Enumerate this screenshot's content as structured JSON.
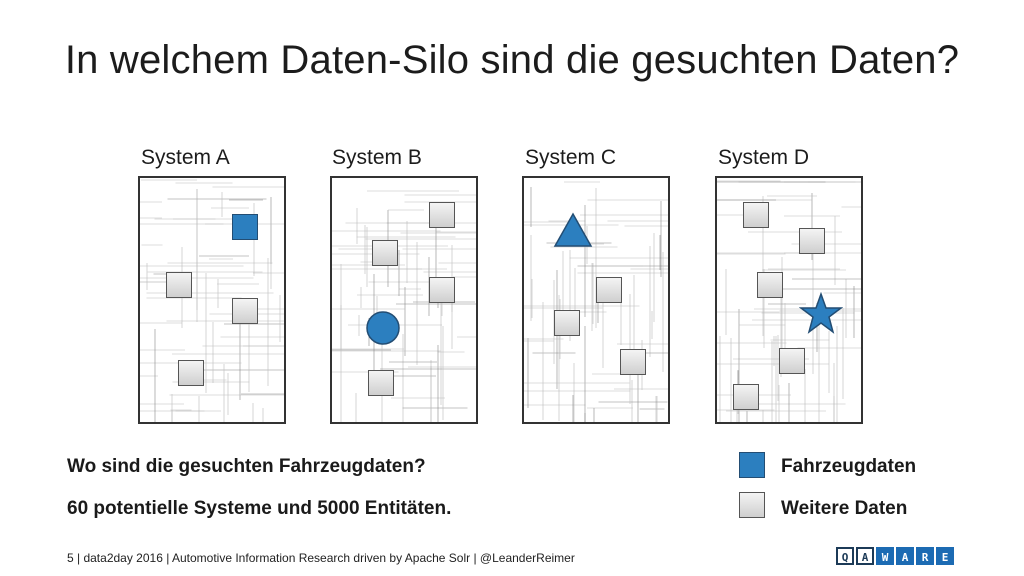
{
  "title": "In welchem Daten-Silo sind die gesuchten Daten?",
  "systems": [
    {
      "label": "System A"
    },
    {
      "label": "System B"
    },
    {
      "label": "System C"
    },
    {
      "label": "System D"
    }
  ],
  "question": "Wo sind die gesuchten Fahrzeugdaten?",
  "stats": "60 potentielle Systeme und 5000 Entitäten.",
  "legend": {
    "vehicle": "Fahrzeugdaten",
    "other": "Weitere Daten"
  },
  "colors": {
    "vehicle": "#2c7fbf",
    "other": "#d9d9d9"
  },
  "footer": "5 | data2day 2016 | Automotive Information Research driven by Apache Solr | @LeanderReimer",
  "logo": [
    "Q",
    "A",
    "W",
    "A",
    "R",
    "E"
  ]
}
